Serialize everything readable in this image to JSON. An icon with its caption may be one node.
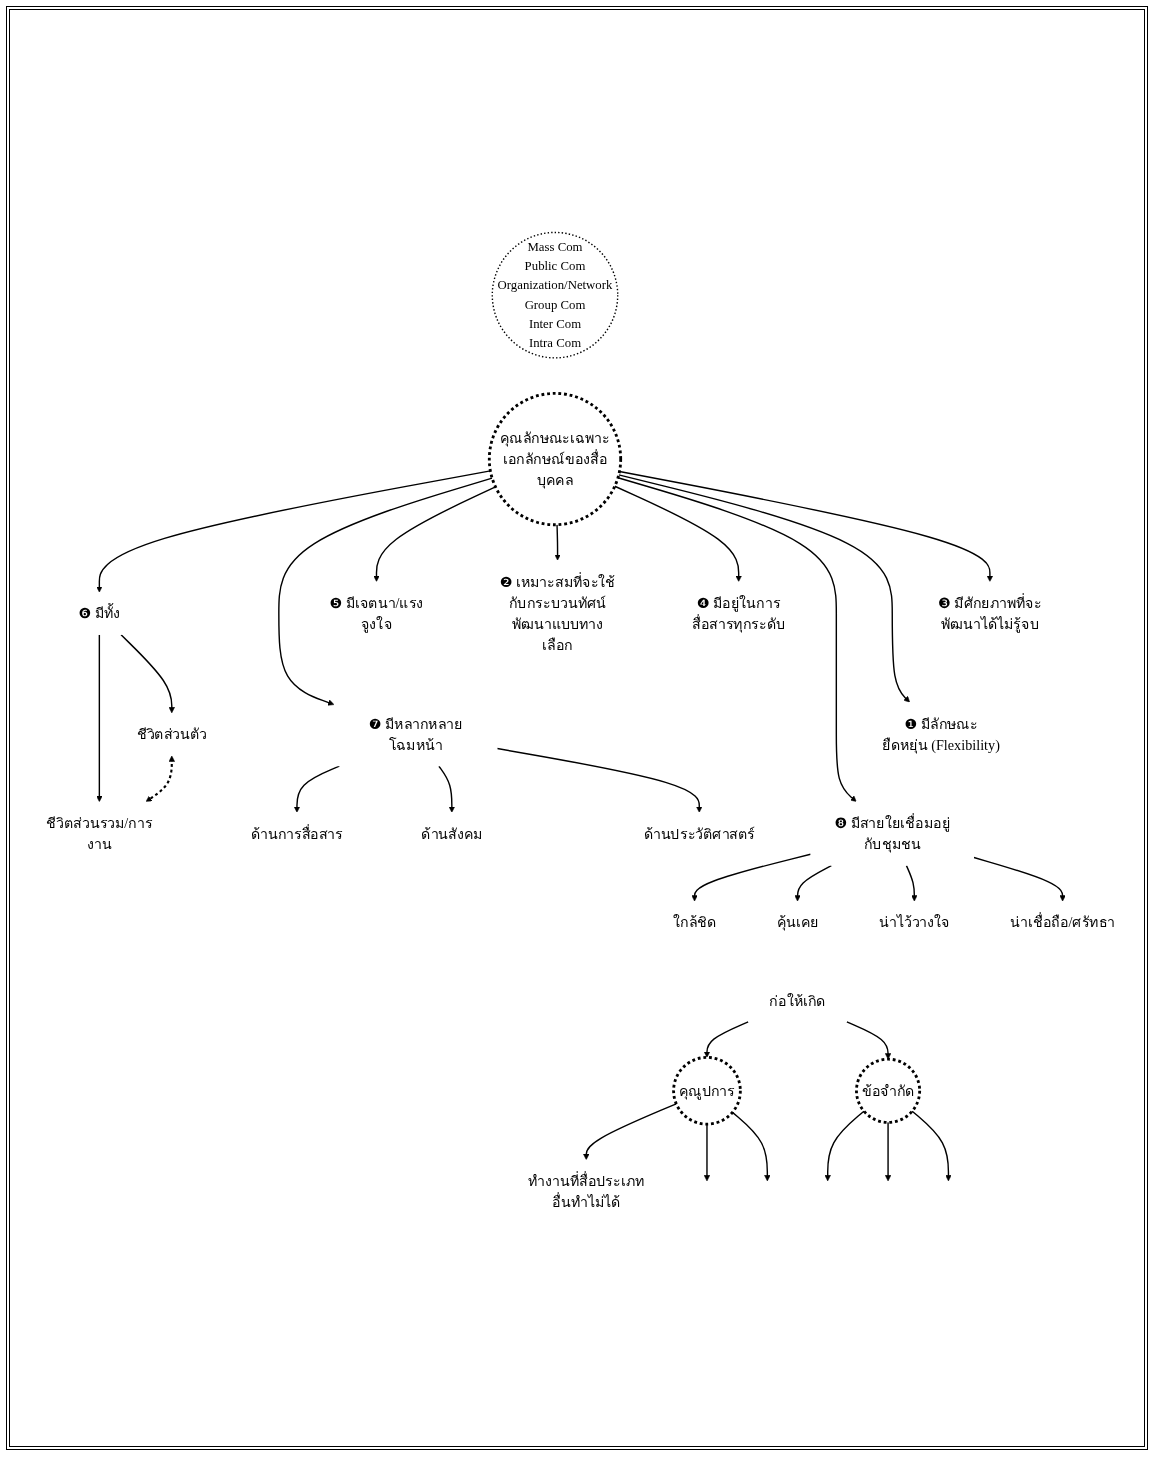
{
  "diagram": {
    "nodes": [
      {
        "text": [
          "Mass Com",
          "Public Com",
          "Organization/Network",
          "Group Com",
          "Inter Com",
          "Intra Com"
        ]
      },
      {
        "text": [
          "❹ มีอยู่ในการสื่อสารทุกระดับ"
        ]
      },
      {
        "text": [
          "❸ มีศักยภาพที่จะพัฒนาได้ไม่รู้จบ"
        ]
      },
      {
        "text": [
          "❺ มีเจตนา/แรงจูงใจ"
        ]
      },
      {
        "text": [
          "คุณลักษณะเฉพาะเอกลักษณ์ของสื่อบุคคล"
        ]
      },
      {
        "text": [
          "❷ เหมาะสมที่จะใช้กับกระบวนทัศน์พัฒนาแบบทางเลือก"
        ]
      },
      {
        "text": [
          "❻ มีทั้ง"
        ]
      },
      {
        "text": [
          "ชีวิตส่วนตัว"
        ]
      },
      {
        "text": [
          "ชีวิตส่วนรวม/การงาน"
        ]
      },
      {
        "text": [
          "❶ มีลักษณะยืดหยุ่น (Flexibility)"
        ]
      },
      {
        "text": [
          "❼ มีหลากหลายโฉมหน้า"
        ]
      },
      {
        "text": [
          "ด้านการสื่อสาร"
        ]
      },
      {
        "text": [
          "ด้านสังคม"
        ]
      },
      {
        "text": [
          "ด้านประวัติศาสตร์"
        ]
      },
      {
        "text": [
          "❽ มีสายใยเชื่อมอยู่กับชุมชน"
        ]
      },
      {
        "text": [
          "ใกล้ชิด"
        ]
      },
      {
        "text": [
          "คุ้นเคย"
        ]
      },
      {
        "text": [
          "น่าไว้วางใจ"
        ]
      },
      {
        "text": [
          "น่าเชื่อถือ/ศรัทธา"
        ]
      },
      {
        "text": [
          "ก่อให้เกิด"
        ]
      },
      {
        "text": [
          "คุณูปการ"
        ]
      },
      {
        "text": [
          "ข้อจำกัด"
        ]
      },
      {
        "text": [
          "ทำงานที่สื่อประเภทอื่นทำไม่ได้"
        ]
      }
    ],
    "edges": [
      {
        "from": 4,
        "to": 2,
        "arrow": "to"
      },
      {
        "from": 4,
        "to": 1,
        "arrow": "to"
      },
      {
        "from": 4,
        "to": 3,
        "arrow": "to"
      },
      {
        "from": 4,
        "to": 5,
        "arrow": "to"
      },
      {
        "from": 4,
        "to": 6,
        "arrow": "to"
      },
      {
        "from": 6,
        "to": 7,
        "arrow": "to"
      },
      {
        "from": 6,
        "to": 8,
        "arrow": "to"
      },
      {
        "from": 7,
        "to": 8,
        "arrow": "both",
        "style": "dashed"
      },
      {
        "from": 4,
        "to": 9,
        "arrow": "to"
      },
      {
        "from": 4,
        "to": 14,
        "arrow": "to"
      },
      {
        "from": 4,
        "to": 10,
        "arrow": "to"
      },
      {
        "from": 10,
        "to": 11,
        "arrow": "to"
      },
      {
        "from": 10,
        "to": 12,
        "arrow": "to"
      },
      {
        "from": 10,
        "to": 13,
        "arrow": "to"
      },
      {
        "from": 14,
        "to": 15,
        "arrow": "to"
      },
      {
        "from": 14,
        "to": 16,
        "arrow": "to"
      },
      {
        "from": 14,
        "to": 17,
        "arrow": "to"
      },
      {
        "from": 14,
        "to": 18,
        "arrow": "to"
      },
      {
        "from": 19,
        "to": 20,
        "arrow": "to"
      },
      {
        "from": 19,
        "to": 21,
        "arrow": "to"
      },
      {
        "from": 20,
        "to": 22,
        "arrow": "to"
      },
      {
        "from": 20,
        "to": null,
        "arrow": "to"
      },
      {
        "from": 20,
        "to": null,
        "arrow": "to"
      },
      {
        "from": 21,
        "to": null,
        "arrow": "to"
      },
      {
        "from": 21,
        "to": null,
        "arrow": "to"
      },
      {
        "from": 21,
        "to": null,
        "arrow": "to"
      }
    ]
  }
}
